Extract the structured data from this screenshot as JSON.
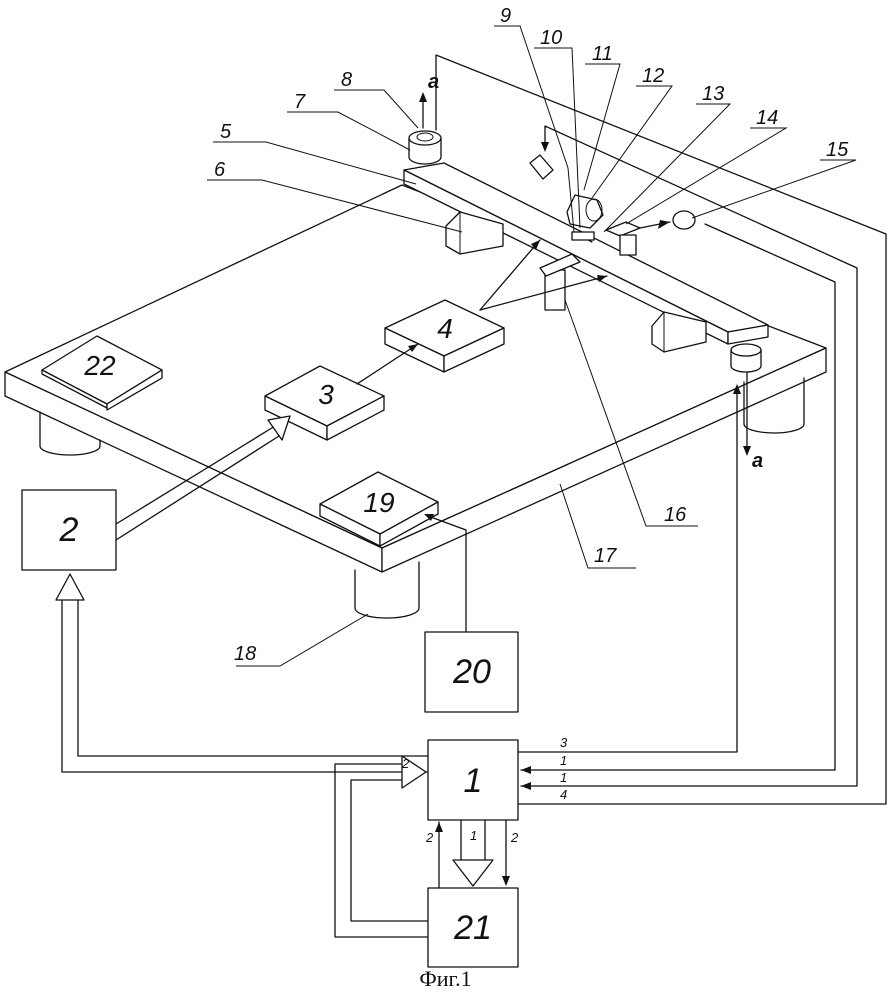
{
  "figure": {
    "caption": "Фиг.1",
    "blocks": {
      "b1": "1",
      "b2": "2",
      "b3": "3",
      "b4": "4",
      "b19": "19",
      "b20": "20",
      "b21": "21",
      "b22": "22"
    },
    "callouts": {
      "c5": "5",
      "c6": "6",
      "c7": "7",
      "c8": "8",
      "c9": "9",
      "c10": "10",
      "c11": "11",
      "c12": "12",
      "c13": "13",
      "c14": "14",
      "c15": "15",
      "c16": "16",
      "c17": "17",
      "c18": "18"
    },
    "section_marks": {
      "top": "a",
      "bottom": "a"
    },
    "signal_labels": {
      "s2_left": "2",
      "s3_right": "3",
      "s1_right_a": "1",
      "s1_right_b": "1",
      "s4_right": "4",
      "s2_down_left": "2",
      "s1_down": "1",
      "s2_down_right": "2"
    }
  }
}
